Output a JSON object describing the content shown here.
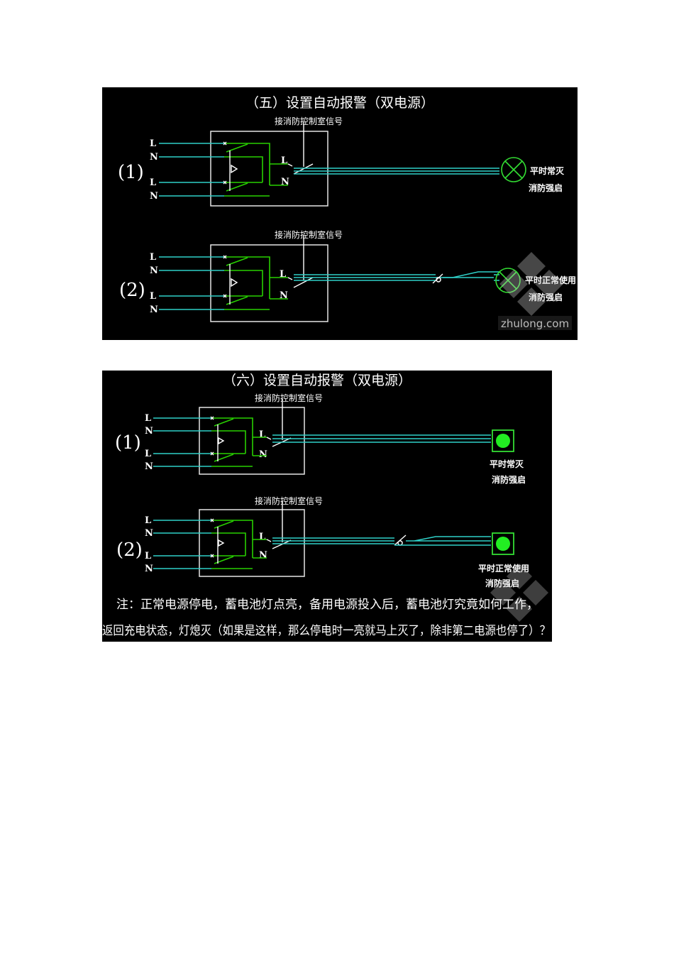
{
  "panel1": {
    "title": "（五）设置自动报警（双电源）",
    "circuits": [
      {
        "number": "(1)",
        "signal": "接消防控制室信号",
        "inputs": [
          "L",
          "N",
          "L",
          "N"
        ],
        "outputs": [
          "L",
          "N"
        ],
        "lamp_line1": "平时常灭",
        "lamp_line2": "消防强启"
      },
      {
        "number": "(2)",
        "signal": "接消防控制室信号",
        "inputs": [
          "L",
          "N",
          "L",
          "N"
        ],
        "outputs": [
          "L",
          "N"
        ],
        "lamp_line1": "平时正常使用",
        "lamp_line2": "消防强启"
      }
    ],
    "watermark": "zhulong.com"
  },
  "panel2": {
    "title": "（六）设置自动报警（双电源）",
    "circuits": [
      {
        "number": "(1)",
        "signal": "接消防控制室信号",
        "inputs": [
          "L",
          "N",
          "L",
          "N"
        ],
        "outputs": [
          "L",
          "N"
        ],
        "lamp_line1": "平时常灭",
        "lamp_line2": "消防强启"
      },
      {
        "number": "(2)",
        "signal": "接消防控制室信号",
        "inputs": [
          "L",
          "N",
          "L",
          "N"
        ],
        "outputs": [
          "L",
          "N"
        ],
        "lamp_line1": "平时正常使用",
        "lamp_line2": "消防强启"
      }
    ],
    "note_line1": "注：正常电源停电，蓄电池灯点亮，备用电源投入后，蓄电池灯究竟如何工作，",
    "note_line2": "返回充电状态，灯熄灭（如果是这样，那么停电时一亮就马上灭了，除非第二电源也停了）？"
  },
  "colors": {
    "background": "#000000",
    "wire": "#2fd0c8",
    "switch": "#28d000",
    "lamp_on": "#22ee22",
    "text": "#ffffff"
  }
}
